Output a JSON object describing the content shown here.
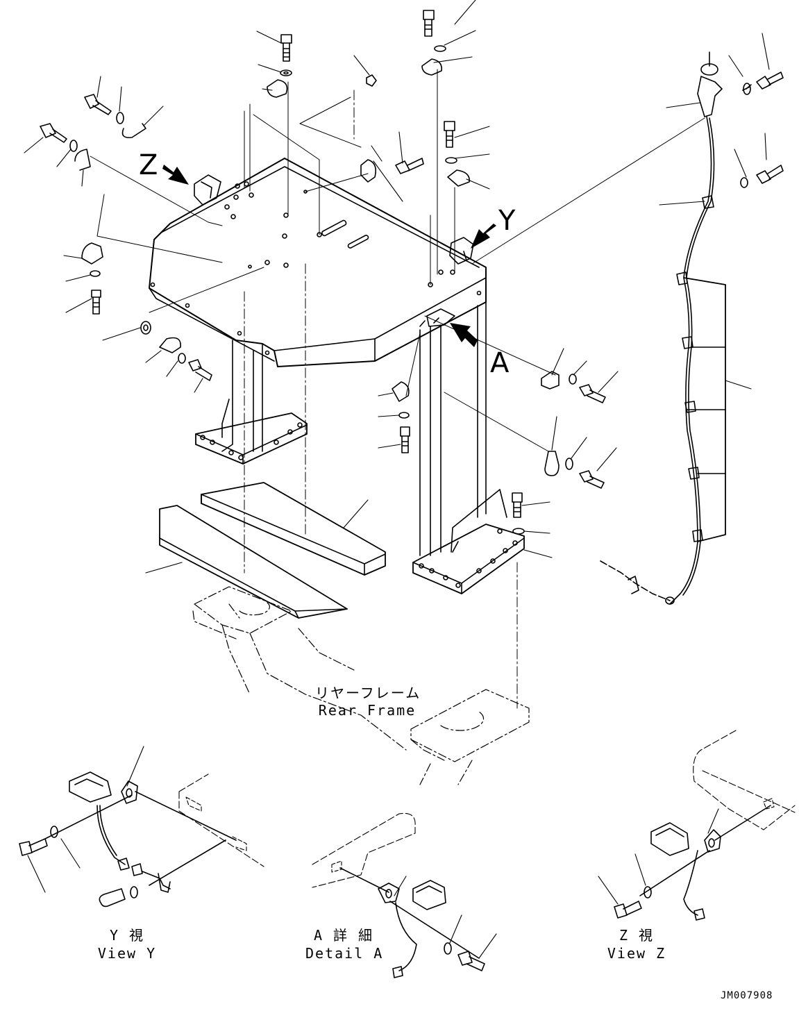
{
  "view_letters": {
    "z": "Z",
    "y": "Y",
    "a": "A"
  },
  "rear_frame": {
    "jp": "リヤーフレーム",
    "en": "Rear Frame"
  },
  "captions": {
    "view_y": {
      "jp": "Y 視",
      "en": "View Y"
    },
    "detail_a": {
      "jp": "A 詳 細",
      "en": "Detail A"
    },
    "view_z": {
      "jp": "Z 視",
      "en": "View Z"
    }
  },
  "drawing_id": "JM007908"
}
